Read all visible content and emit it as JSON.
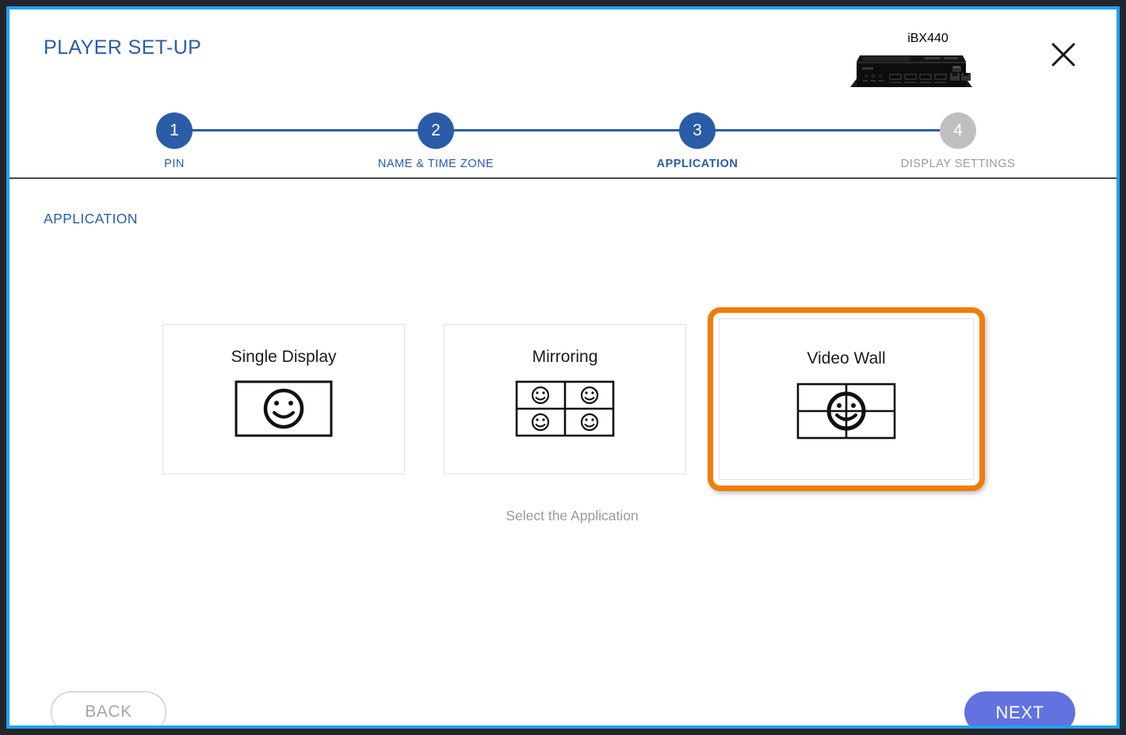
{
  "window": {
    "title": "PLAYER SET-UP",
    "close_icon": "close-x-icon",
    "accent_border_color": "#1fa2f6"
  },
  "device": {
    "name": "iBX440",
    "image_alt": "media-player-device"
  },
  "stepper": {
    "steps": [
      {
        "number": "1",
        "label": "PIN",
        "state": "done"
      },
      {
        "number": "2",
        "label": "NAME & TIME ZONE",
        "state": "done"
      },
      {
        "number": "3",
        "label": "APPLICATION",
        "state": "current"
      },
      {
        "number": "4",
        "label": "DISPLAY SETTINGS",
        "state": "inactive"
      }
    ],
    "active_color": "#2a5ca8",
    "inactive_color": "#bfbfbf"
  },
  "main": {
    "section_label": "APPLICATION",
    "hint": "Select the Application",
    "selection_color": "#f07d0a",
    "cards": [
      {
        "title": "Single Display",
        "layout": "1x1",
        "selected": false
      },
      {
        "title": "Mirroring",
        "layout": "2x2-mirrored",
        "selected": false
      },
      {
        "title": "Video Wall",
        "layout": "2x2-spanned",
        "selected": true
      }
    ]
  },
  "footer": {
    "back_label": "BACK",
    "next_label": "NEXT",
    "next_color": "#6272df"
  }
}
